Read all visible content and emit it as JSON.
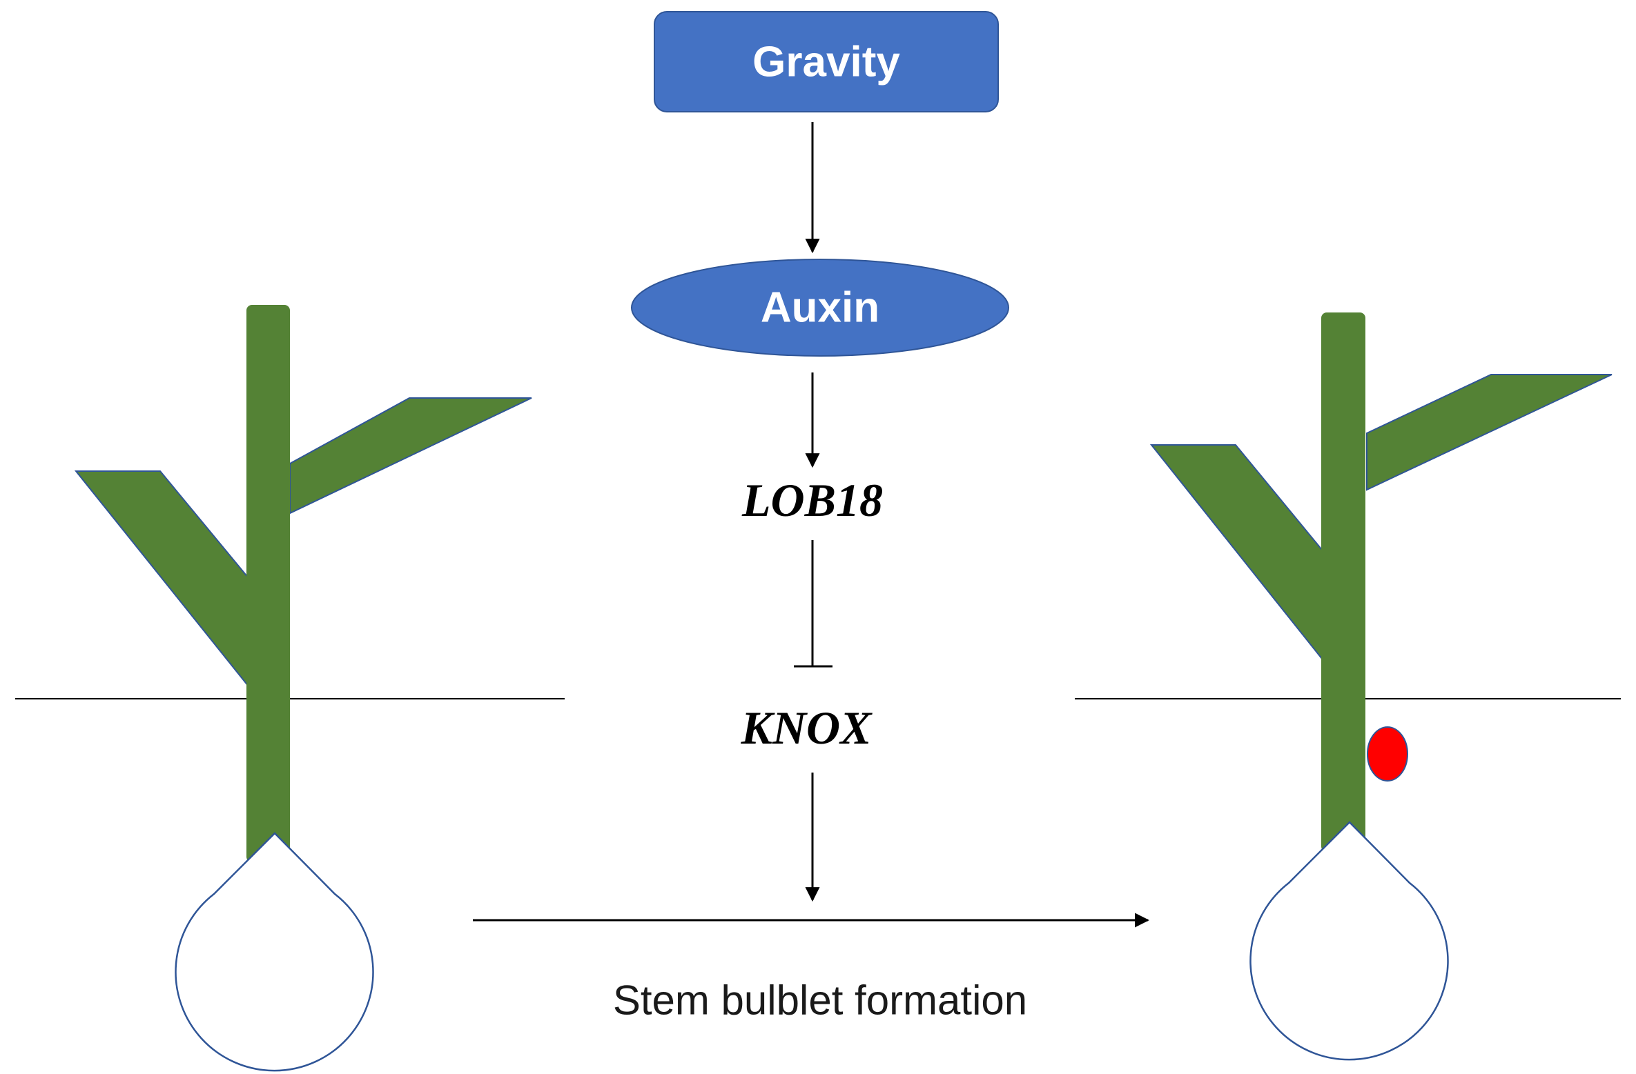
{
  "nodes": {
    "gravity": {
      "label": "Gravity",
      "shape": "rounded-rectangle"
    },
    "auxin": {
      "label": "Auxin",
      "shape": "ellipse"
    },
    "lob18": {
      "label": "LOB18",
      "style": "bold-italic"
    },
    "knox": {
      "label": "KNOX",
      "style": "bold-italic"
    }
  },
  "edges": [
    {
      "from": "Gravity",
      "to": "Auxin",
      "type": "activation"
    },
    {
      "from": "Auxin",
      "to": "LOB18",
      "type": "activation"
    },
    {
      "from": "LOB18",
      "to": "KNOX",
      "type": "inhibition"
    },
    {
      "from": "KNOX",
      "to": "Stem bulblet formation",
      "type": "activation"
    }
  ],
  "process": {
    "label": "Stem bulblet formation"
  },
  "plants": [
    {
      "name": "left-plant",
      "stem_bulblet": false
    },
    {
      "name": "right-plant",
      "stem_bulblet": true
    }
  ],
  "colors": {
    "node_fill": "#4472c4",
    "node_border": "#2f5597",
    "node_text": "#ffffff",
    "plant_green": "#548235",
    "bulb_outline": "#2f5597",
    "bulblet_red": "#ff0000",
    "line": "#000000"
  }
}
